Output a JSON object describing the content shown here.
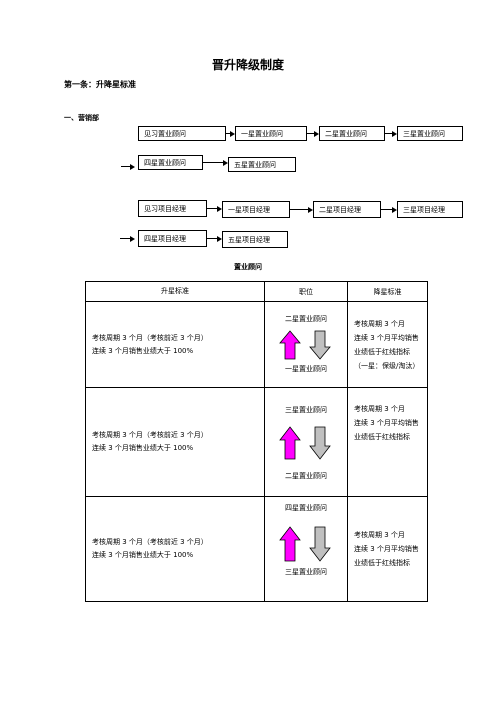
{
  "title": "晋升降级制度",
  "article": "第一条：升降星标准",
  "section": "一、营销部",
  "flow_sales": {
    "row1": [
      "见习置业顾问",
      "一星置业顾问",
      "二星置业顾问",
      "三星置业顾问"
    ],
    "row2": [
      "四星置业顾问",
      "五星置业顾问"
    ]
  },
  "flow_pm": {
    "row1": [
      "见习项目经理",
      "一星项目经理",
      "二星项目经理",
      "三星项目经理"
    ],
    "row2": [
      "四星项目经理",
      "五星项目经理"
    ]
  },
  "table_title": "置业顾问",
  "table": {
    "headers": [
      "升星标准",
      "职位",
      "降星标准"
    ],
    "rows": [
      {
        "up_line1": "考核周期 3 个月（考核前近 3 个月）",
        "up_line2": "连续 3 个月销售业绩大于 100%",
        "pos_top": "二星置业顾问",
        "pos_bottom": "一星置业顾问",
        "down": [
          "考核周期 3 个月",
          "连续 3 个月平均销售",
          "业绩低于红线指标",
          "（一星：保级/淘汰）"
        ]
      },
      {
        "up_line1": "考核周期 3 个月（考核前近 3 个月）",
        "up_line2": "连续 3 个月销售业绩大于 100%",
        "pos_top": "三星置业顾问",
        "pos_bottom": "二星置业顾问",
        "down": [
          "考核周期 3 个月",
          "连续 3 个月平均销售",
          "业绩低于红线指标"
        ]
      },
      {
        "up_line1": "考核周期 3 个月（考核前近 3 个月）",
        "up_line2": "连续 3 个月销售业绩大于 100%",
        "pos_top": "四星置业顾问",
        "pos_bottom": "三星置业顾问",
        "down": [
          "考核周期 3 个月",
          "连续 3 个月平均销售",
          "业绩低于红线指标"
        ]
      }
    ]
  },
  "colors": {
    "up_arrow": "#ff00ff",
    "down_arrow": "#c0c0c0"
  }
}
